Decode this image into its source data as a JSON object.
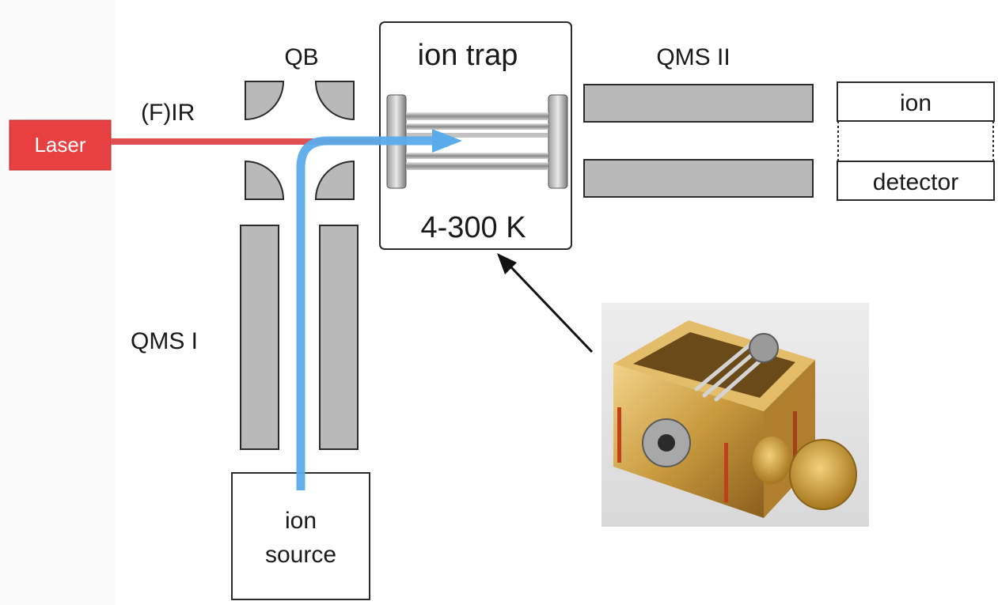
{
  "labels": {
    "laser": "Laser",
    "firir": "(F)IR",
    "qb": "QB",
    "ion_trap": "ion trap",
    "temperature": "4-300 K",
    "qms1": "QMS I",
    "qms2": "QMS II",
    "detector_top": "ion",
    "detector_bottom": "detector",
    "source_top": "ion",
    "source_bottom": "source"
  },
  "colors": {
    "laser": "#e84040",
    "ion_beam": "#5aabea",
    "electrode": "#b9b9b9",
    "outline": "#2a2a2a"
  }
}
